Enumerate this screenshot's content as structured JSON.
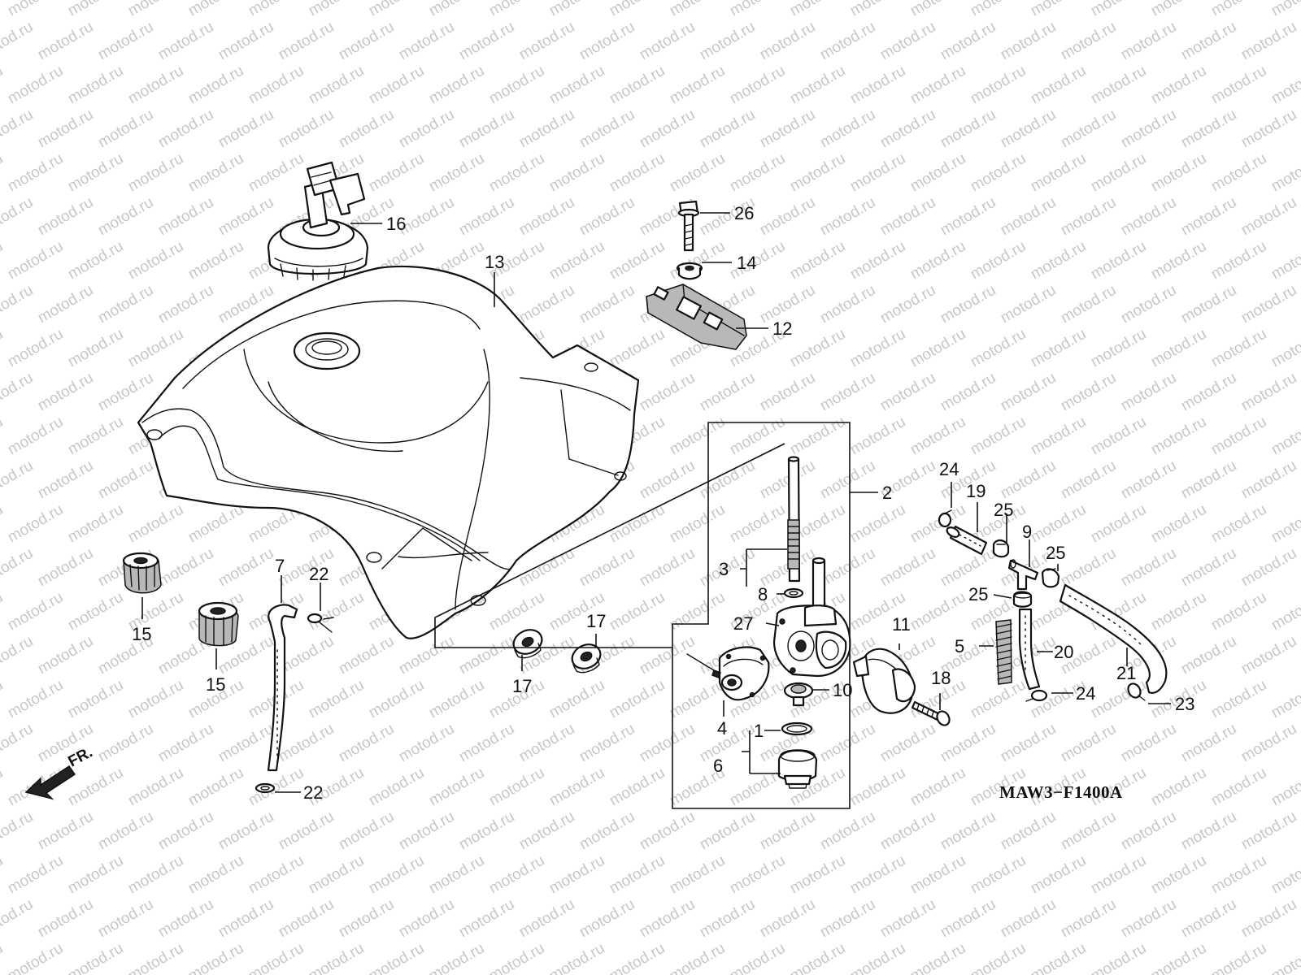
{
  "watermark": {
    "text": "motod.ru"
  },
  "diagram_code": "MAW3−F1400A",
  "front_marker": {
    "label": "FR."
  },
  "callouts": {
    "c1": "1",
    "c2": "2",
    "c3": "3",
    "c4": "4",
    "c5": "5",
    "c6": "6",
    "c7": "7",
    "c8": "8",
    "c9": "9",
    "c10": "10",
    "c11": "11",
    "c12": "12",
    "c13": "13",
    "c14": "14",
    "c15a": "15",
    "c15b": "15",
    "c16": "16",
    "c17a": "17",
    "c17b": "17",
    "c18": "18",
    "c19": "19",
    "c20": "20",
    "c21": "21",
    "c22a": "22",
    "c22b": "22",
    "c23": "23",
    "c24a": "24",
    "c24b": "24",
    "c25a": "25",
    "c25b": "25",
    "c25c": "25",
    "c26": "26",
    "c27": "27"
  }
}
